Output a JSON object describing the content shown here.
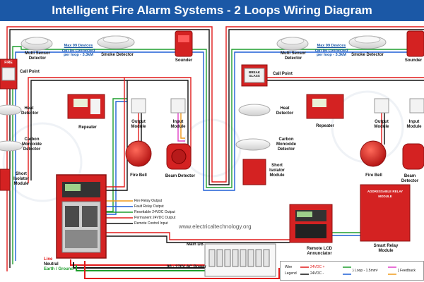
{
  "header": {
    "title": "Intelligent Fire Alarm Systems - 2 Loops Wiring Diagram"
  },
  "loop_left": {
    "multi_sensor": "Multi Sensor Detector",
    "max_devices_line1": "Max 99 Devices",
    "max_devices_line2": "can be connected per loop - 3.3kM",
    "smoke_detector": "Smoke Detector",
    "sounder": "Sounder",
    "call_point": "Call Point",
    "heat_detector": "Heat Detector",
    "repeater": "Repeater",
    "output_module": "Output Module",
    "input_module": "Input Module",
    "co_detector": "Carbon Monoxide Detector",
    "fire_bell": "Fire Bell",
    "beam_detector": "Beam Detector",
    "short_isolator": "Short Isolator Module",
    "call_point_text": "FIRE"
  },
  "loop_right": {
    "multi_sensor": "Multi Sensor Detector",
    "max_devices_line1": "Max 99 Devices",
    "max_devices_line2": "can be connected per loop - 3.3kM",
    "smoke_detector": "Smoke Detector",
    "sounder": "Sounder",
    "call_point": "Call Point",
    "heat_detector": "Heat Detector",
    "repeater": "Repeater",
    "output_module": "Output Module",
    "input_module": "Input Module",
    "co_detector": "Carbon Monoxide Detector",
    "fire_bell": "Fire Bell",
    "beam_detector": "Beam Detector",
    "short_isolator": "Short Isolator Module",
    "call_point_text": "BREAK GLASS"
  },
  "outputs": [
    "Fire Relay Output",
    "Fault Relay Output",
    "Resettable 24VDC Output",
    "Permanent 24VDC Output",
    "Remote Control Input"
  ],
  "website": "www.electricaltechnology.org",
  "main_db": "Main DB",
  "power": {
    "line": "Line",
    "neutral": "Neutral",
    "earth": "Earth / Ground",
    "supply": "90 - 270V AC Power"
  },
  "annunciator": "Remote LCD Annunciator",
  "smart_relay": "Smart Relay Module",
  "smart_relay_panel_text": "ADDRESSABLE RELAY MODULE",
  "legend": {
    "wire": "Wire",
    "legend": "Legend",
    "plus": "24VDC +",
    "minus": "24VDC -",
    "loop": "} Loop - 1.5mm²",
    "feedback": "} Feedback"
  },
  "colors": {
    "title_bg": "#1b58a6",
    "red_wire": "#e21b1b",
    "black_wire": "#111111",
    "green_wire": "#1f9e2e",
    "blue_wire": "#1e5fd6",
    "pink_wire": "#e040c8",
    "orange_wire": "#f09a1a",
    "device_red": "#d42222"
  }
}
